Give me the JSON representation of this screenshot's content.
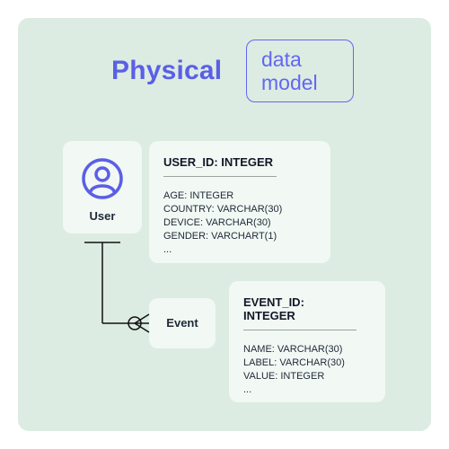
{
  "header": {
    "title": "Physical",
    "badge_line1": "data",
    "badge_line2": "model"
  },
  "entities": {
    "user": {
      "label": "User",
      "icon": "user-circle-icon",
      "key": "USER_ID: INTEGER",
      "attributes": [
        "AGE: INTEGER",
        "COUNTRY: VARCHAR(30)",
        "DEVICE: VARCHAR(30)",
        "GENDER: VARCHART(1)",
        "..."
      ]
    },
    "event": {
      "label": "Event",
      "key": "EVENT_ID: INTEGER",
      "attributes": [
        "NAME: VARCHAR(30)",
        "LABEL: VARCHAR(30)",
        "VALUE: INTEGER",
        "..."
      ]
    }
  },
  "relationship": {
    "from": "User",
    "to": "Event",
    "from_cardinality": "one",
    "to_cardinality": "zero-or-many"
  },
  "colors": {
    "accent": "#5b5fe6",
    "panel": "#dcece2",
    "card": "#f2f8f4"
  }
}
